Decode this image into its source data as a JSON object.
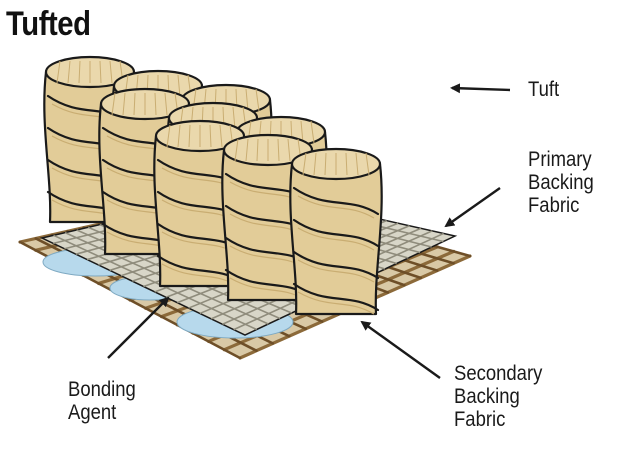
{
  "title": "Tufted",
  "labels": {
    "tuft": [
      "Tuft"
    ],
    "primary_backing": [
      "Primary",
      "Backing",
      "Fabric"
    ],
    "bonding_agent": [
      "Bonding",
      "Agent"
    ],
    "secondary_backing": [
      "Secondary",
      "Backing",
      "Fabric"
    ]
  },
  "colors": {
    "yarn": "#e2cc98",
    "yarn_dark": "#c9ad72",
    "primary_grid": "#b9b7a8",
    "secondary_jute": "#8c6a3a",
    "bonding": "#b7d9ec",
    "outline": "#1a1a1a"
  }
}
